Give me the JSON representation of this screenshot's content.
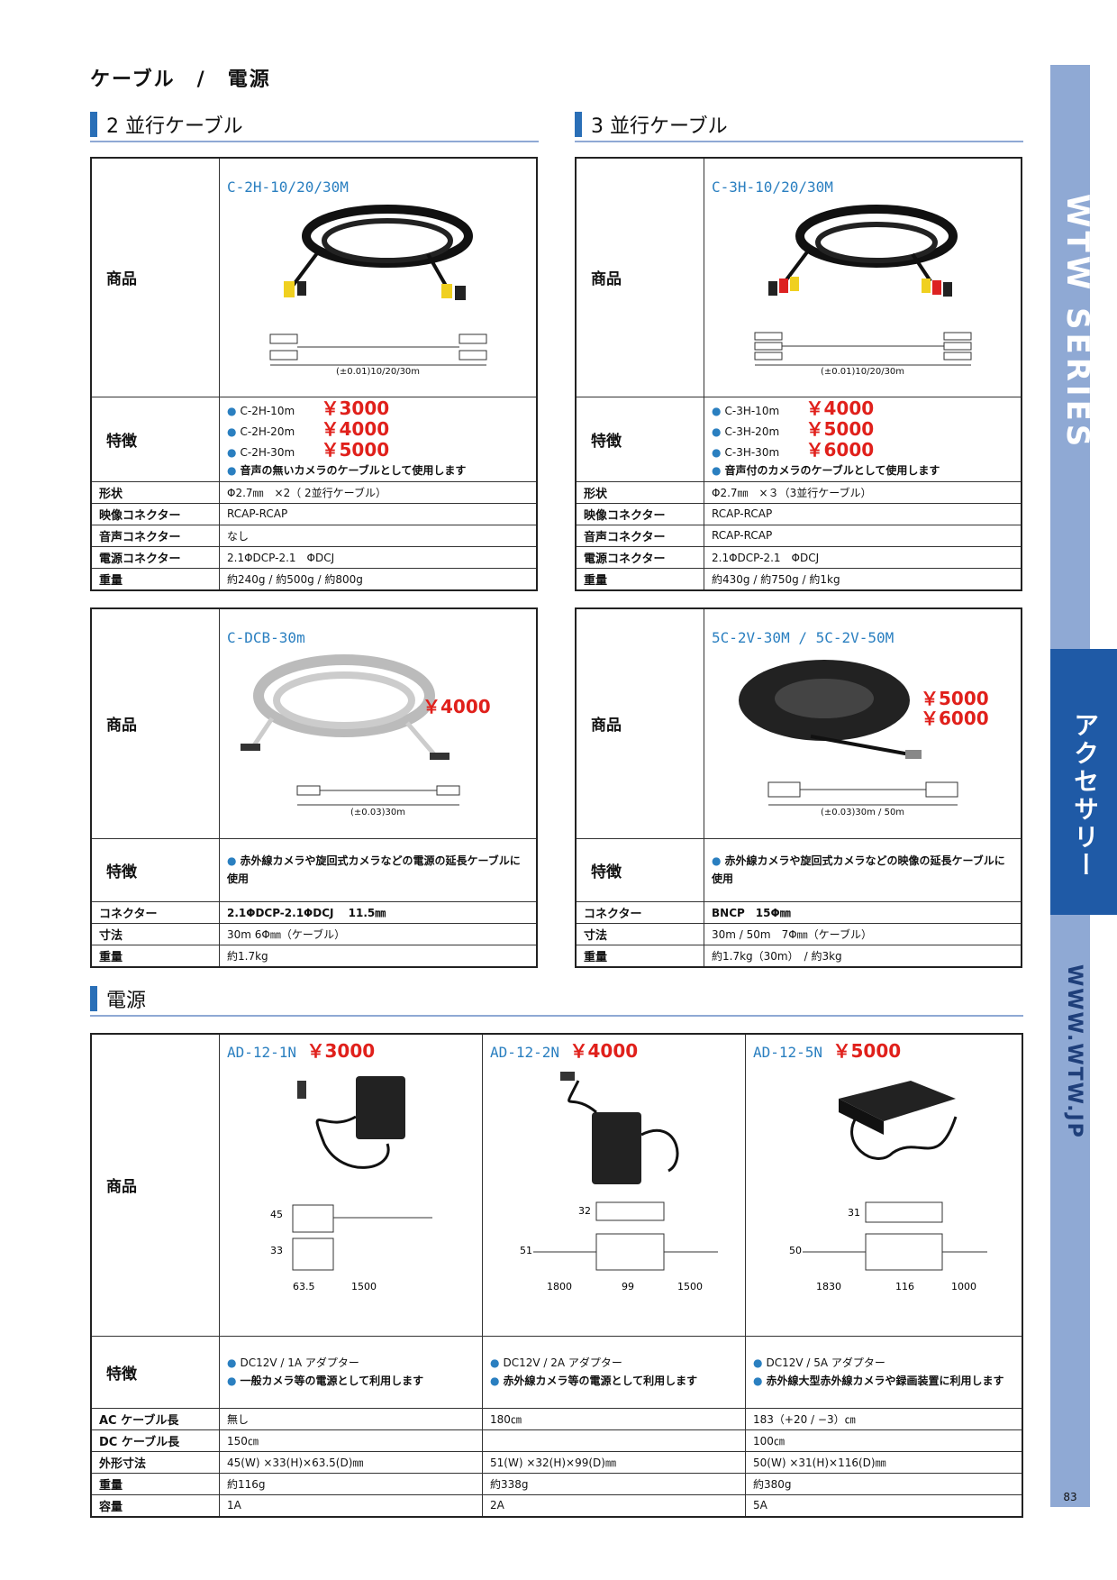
{
  "page_title": "ケーブル　/　電源",
  "section_2h": {
    "heading": "2 並行ケーブル"
  },
  "section_3h": {
    "heading": "3 並行ケーブル"
  },
  "section_power": {
    "heading": "電源"
  },
  "labels": {
    "product": "商品",
    "features": "特徴",
    "shape": "形状",
    "video_connector": "映像コネクター",
    "audio_connector": "音声コネクター",
    "power_connector": "電源コネクター",
    "weight": "重量",
    "connector": "コネクター",
    "dimensions": "寸法",
    "ac_cable": "AC ケーブル長",
    "dc_cable": "DC ケーブル長",
    "outer_size": "外形寸法",
    "capacity": "容量"
  },
  "cable_2h": {
    "model": "C-2H-10/20/30M",
    "caption": "(±0.01)10/20/30m",
    "prices": [
      {
        "name": "C-2H-10m",
        "price": "￥3000"
      },
      {
        "name": "C-2H-20m",
        "price": "￥4000"
      },
      {
        "name": "C-2H-30m",
        "price": "￥5000"
      }
    ],
    "note": "音声の無いカメラのケーブルとして使用します",
    "shape": "Φ2.7㎜　×2（ 2並行ケーブル）",
    "video": "RCAP-RCAP",
    "audio": "なし",
    "power": "2.1ΦDCP-2.1　ΦDCJ",
    "weight": "約240g / 約500g / 約800g"
  },
  "cable_3h": {
    "model": "C-3H-10/20/30M",
    "caption": "(±0.01)10/20/30m",
    "prices": [
      {
        "name": "C-3H-10m",
        "price": "￥4000"
      },
      {
        "name": "C-3H-20m",
        "price": "￥5000"
      },
      {
        "name": "C-3H-30m",
        "price": "￥6000"
      }
    ],
    "note": "音声付のカメラのケーブルとして使用します",
    "shape": "Φ2.7㎜　×３（3並行ケーブル）",
    "video": "RCAP-RCAP",
    "audio": "RCAP-RCAP",
    "power": "2.1ΦDCP-2.1　ΦDCJ",
    "weight": "約430g / 約750g / 約1kg"
  },
  "cable_dcb": {
    "model": "C-DCB-30m",
    "price": "￥4000",
    "caption": "(±0.03)30m",
    "feature": "赤外線カメラや旋回式カメラなどの電源の延長ケーブルに使用",
    "connector": "2.1ΦDCP-2.1ΦDCJ　 11.5㎜",
    "dimensions": "30m 6Φ㎜（ケーブル）",
    "weight": "約1.7kg"
  },
  "cable_5c": {
    "model": "5C-2V-30M / 5C-2V-50M",
    "price1": "￥5000",
    "price2": "￥6000",
    "caption": "(±0.03)30m / 50m",
    "feature": "赤外線カメラや旋回式カメラなどの映像の延長ケーブルに使用",
    "connector": "BNCP　15Φ㎜",
    "dimensions": "30m / 50m　7Φ㎜（ケーブル）",
    "weight": "約1.7kg（30m）　/ 約3kg"
  },
  "adapters": [
    {
      "model": "AD-12-1N",
      "price": "￥3000",
      "dims": [
        "45",
        "33",
        "63.5",
        "1500"
      ],
      "f1": "DC12V / 1A アダプター",
      "f2": "一般カメラ等の電源として利用します",
      "ac": "無し",
      "dc": "150㎝",
      "size": "45(W) ×33(H)×63.5(D)㎜",
      "weight": "約116g",
      "capacity": "1A"
    },
    {
      "model": "AD-12-2N",
      "price": "￥4000",
      "dims": [
        "32",
        "51",
        "1800",
        "99",
        "1500"
      ],
      "f1": "DC12V / 2A アダプター",
      "f2": "赤外線カメラ等の電源として利用します",
      "ac": "180㎝",
      "dc": "",
      "size": "51(W) ×32(H)×99(D)㎜",
      "weight": "約338g",
      "capacity": "2A"
    },
    {
      "model": "AD-12-5N",
      "price": "￥5000",
      "dims": [
        "31",
        "50",
        "1830",
        "116",
        "1000"
      ],
      "f1": "DC12V / 5A アダプター",
      "f2": "赤外線大型赤外線カメラや録画装置に利用します",
      "ac": "183（+20 / −3）㎝",
      "dc": "100㎝",
      "size": "50(W) ×31(H)×116(D)㎜",
      "weight": "約380g",
      "capacity": "5A"
    }
  ],
  "sidebar": {
    "series": "WTW SERIES",
    "category": "アクセサリー",
    "url": "WWW.WTW.JP"
  },
  "page_number": "83",
  "colors": {
    "accent_blue": "#2a7fc0",
    "price_red": "#e0201b",
    "side_light": "#8fa9d4",
    "side_dark": "#1f5aa6"
  }
}
